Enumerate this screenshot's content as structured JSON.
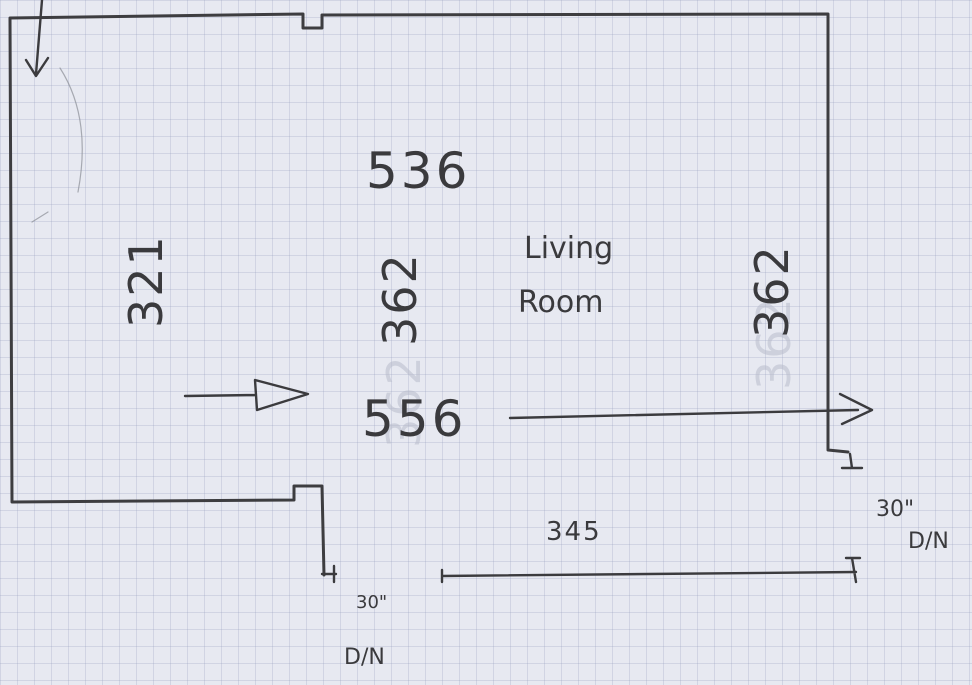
{
  "room": {
    "name_line1": "Living",
    "name_line2": "Room"
  },
  "dimensions": {
    "top_width": "536",
    "left_height": "321",
    "middle_height": "362",
    "right_height": "362",
    "inner_width": "556",
    "bottom_width": "345"
  },
  "doors": {
    "right_size": "30\"",
    "right_label": "D/N",
    "left_size": "30\"",
    "left_label": "D/N"
  },
  "colors": {
    "paper": "#e7e9f1",
    "grid": "#96a0be",
    "ink": "#3b3b3e"
  }
}
